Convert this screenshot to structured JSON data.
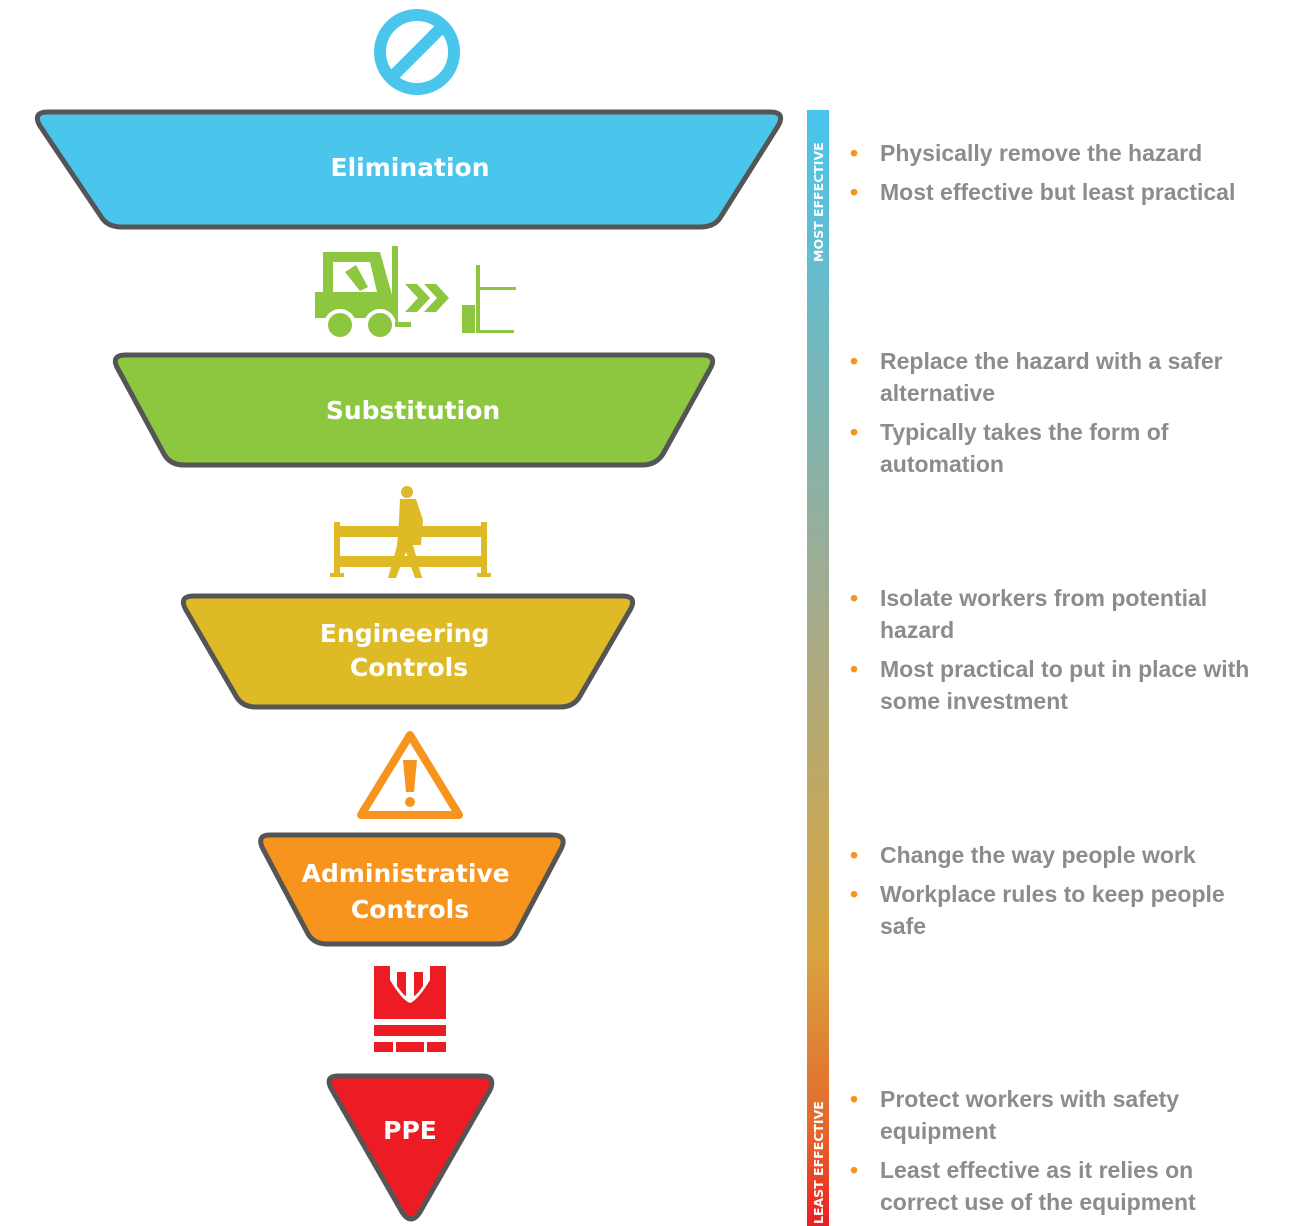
{
  "gauge": {
    "top_label": "MOST EFFECTIVE",
    "bottom_label": "LEAST EFFECTIVE"
  },
  "bullet_glyph": "•",
  "tiers": [
    {
      "label_lines": [
        "Elimination"
      ],
      "color": "#4ac6ec",
      "icon": "prohibited-icon",
      "bullets": [
        "Physically remove the hazard",
        "Most effective but least practical"
      ]
    },
    {
      "label_lines": [
        "Substitution"
      ],
      "color": "#8dc63f",
      "icon": "forklift-replace-icon",
      "bullets": [
        "Replace the hazard with a safer alternative",
        "Typically takes the form of automation"
      ]
    },
    {
      "label_lines": [
        "Engineering",
        "Controls"
      ],
      "color": "#dfba27",
      "icon": "barrier-worker-icon",
      "bullets": [
        "Isolate workers from potential hazard",
        "Most practical to put in place with some investment"
      ]
    },
    {
      "label_lines": [
        "Administrative",
        "Controls"
      ],
      "color": "#f7941d",
      "icon": "warning-icon",
      "bullets": [
        "Change the way people work",
        "Workplace rules to keep people safe"
      ]
    },
    {
      "label_lines": [
        "PPE"
      ],
      "color": "#ed1c24",
      "icon": "safety-vest-icon",
      "bullets": [
        "Protect workers with safety equipment",
        "Least effective as it relies on correct use of the equipment"
      ]
    }
  ],
  "colors": {
    "outline": "#555555",
    "gauge_top": "#47c5ec",
    "gauge_mid": "#c2a95b",
    "gauge_bottom": "#ed1c24",
    "bullet_dot": "#f7941d",
    "bullet_text": "#8c8c8c"
  }
}
